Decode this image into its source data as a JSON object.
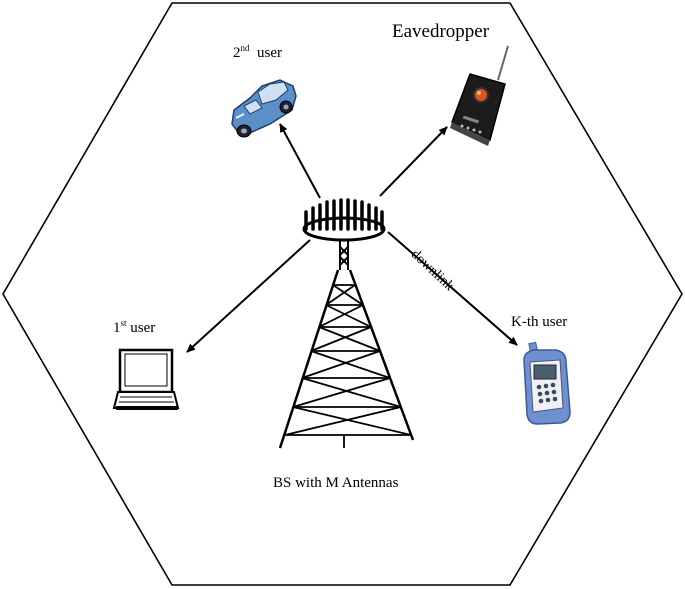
{
  "labels": {
    "second_user_num": "2",
    "second_user_sup": "nd",
    "second_user_text": "user",
    "eavesdropper": "Eavedropper",
    "first_user_num": "1",
    "first_user_sup": "st",
    "first_user_text": "user",
    "kth_user": "K-th user",
    "downlink": "downlink",
    "base_station": "BS with M Antennas"
  },
  "colors": {
    "line": "#000000",
    "car_blue": "#5b8fc9",
    "phone_blue": "#6e8fd0",
    "device_dark": "#1c1c1c",
    "lens_orange": "#d9541e"
  },
  "icons": [
    "car-icon",
    "eavesdropper-device-icon",
    "laptop-icon",
    "phone-icon",
    "tower-icon"
  ]
}
